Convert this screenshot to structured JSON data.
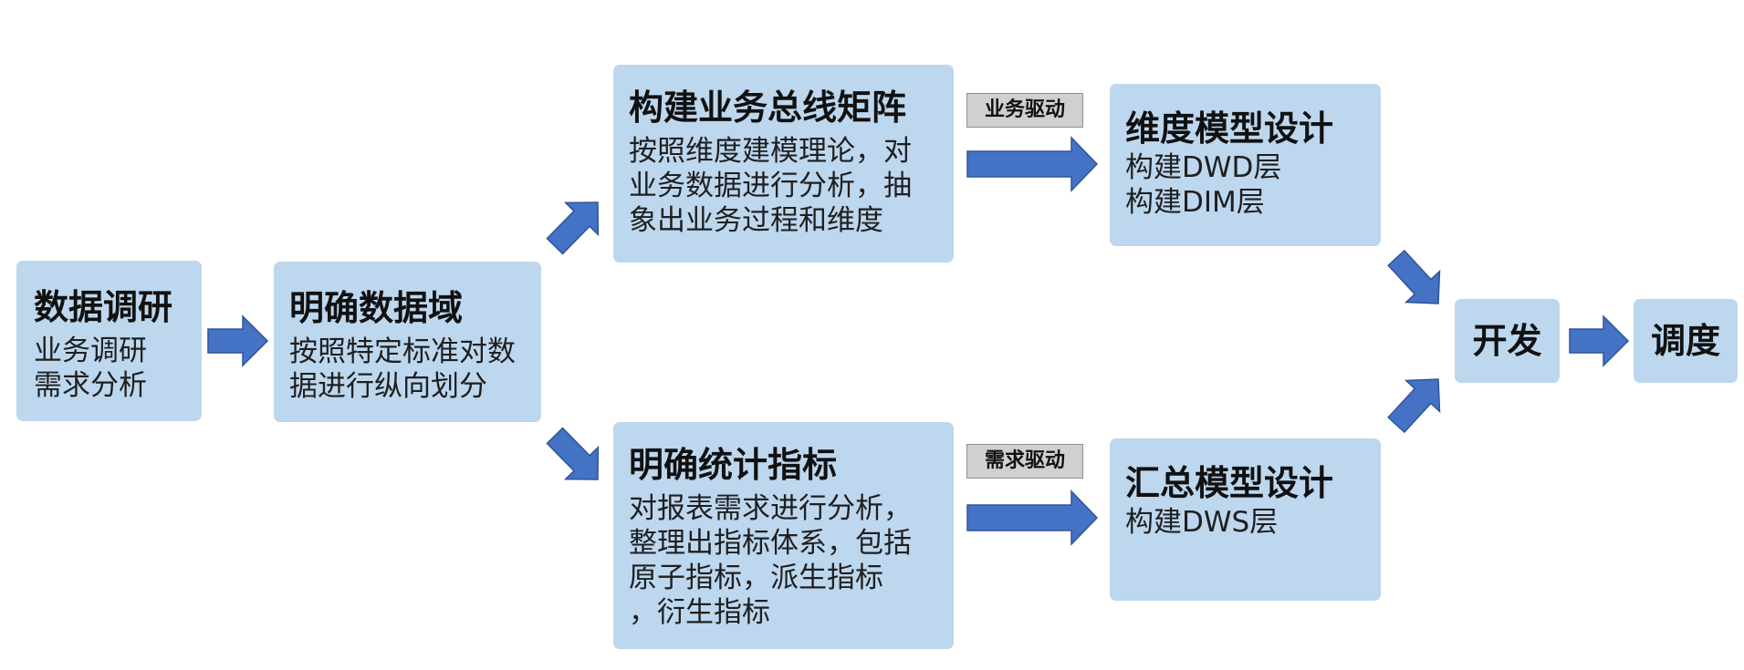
{
  "boxes": {
    "research": {
      "title": "数据调研",
      "lines": [
        "业务调研",
        "需求分析"
      ]
    },
    "domain": {
      "title": "明确数据域",
      "lines": [
        "按照特定标准对数",
        "据进行纵向划分"
      ]
    },
    "bus_matrix": {
      "title": "构建业务总线矩阵",
      "lines": [
        "按照维度建模理论，对",
        "业务数据进行分析，抽",
        "象出业务过程和维度"
      ]
    },
    "metrics": {
      "title": "明确统计指标",
      "lines": [
        "对报表需求进行分析，",
        "整理出指标体系，包括",
        "原子指标，派生指标",
        "，衍生指标"
      ]
    },
    "dim_model": {
      "title": "维度模型设计",
      "lines": [
        "构建DWD层",
        "构建DIM层"
      ]
    },
    "summary_model": {
      "title": "汇总模型设计",
      "lines": [
        "构建DWS层"
      ]
    },
    "develop": {
      "title": "开发"
    },
    "schedule": {
      "title": "调度"
    }
  },
  "tags": {
    "business_driven": "业务驱动",
    "demand_driven": "需求驱动"
  },
  "colors": {
    "box_fill": "#bdd7ee",
    "arrow_fill": "#4472c4",
    "tag_fill": "#d0d0d0"
  }
}
